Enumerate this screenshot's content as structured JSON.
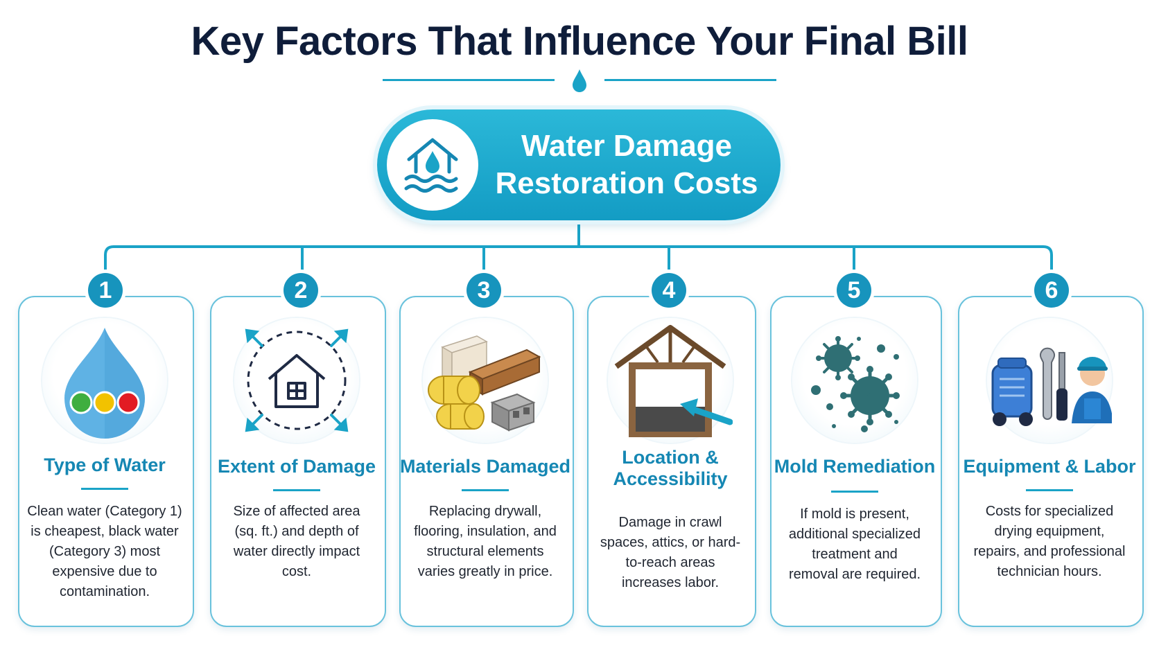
{
  "page": {
    "title": "Key Factors That Influence Your Final Bill"
  },
  "hub": {
    "line1": "Water Damage",
    "line2": "Restoration Costs",
    "icon": "house-water-icon"
  },
  "colors": {
    "accent": "#1aa3c7",
    "badge": "#1794bd",
    "title": "#0f1d3a",
    "card_title": "#1587b3",
    "card_border": "#69c2dc"
  },
  "factors": [
    {
      "number": "1",
      "title": "Type of Water",
      "desc": "Clean water (Category 1) is cheapest, black water (Category 3) most expensive due to contamination.",
      "icon": "water-drop-category-icon"
    },
    {
      "number": "2",
      "title": "Extent of Damage",
      "desc": "Size of affected area (sq. ft.) and depth of water directly impact cost.",
      "icon": "house-expand-icon"
    },
    {
      "number": "3",
      "title": "Materials Damaged",
      "desc": "Replacing drywall, flooring, insulation, and structural elements varies greatly in price.",
      "icon": "building-materials-icon"
    },
    {
      "number": "4",
      "title": "Location & Accessibility",
      "desc": "Damage in crawl spaces, attics, or hard-to-reach areas increases labor.",
      "icon": "crawl-space-icon"
    },
    {
      "number": "5",
      "title": "Mold Remediation",
      "desc": "If mold is present, additional specialized treatment and removal are required.",
      "icon": "mold-spores-icon"
    },
    {
      "number": "6",
      "title": "Equipment & Labor",
      "desc": "Costs for specialized drying equipment, repairs, and professional technician hours.",
      "icon": "equipment-technician-icon"
    }
  ]
}
